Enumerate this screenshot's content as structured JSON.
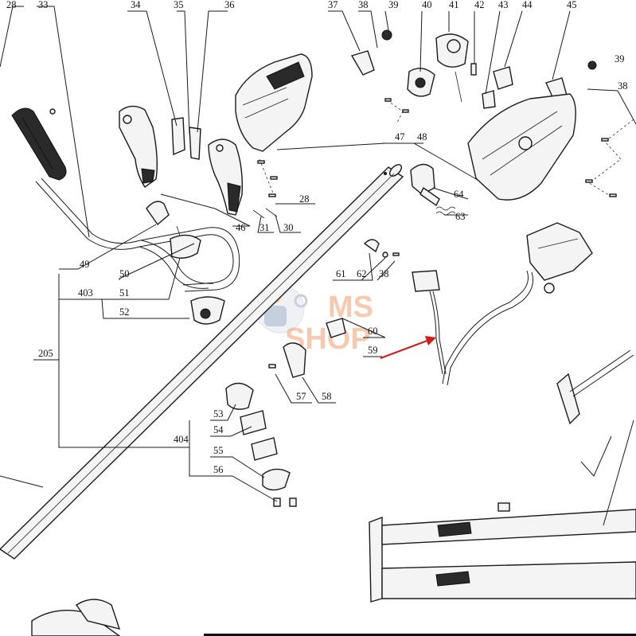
{
  "diagram": {
    "labels": {
      "p28a": "28",
      "p33": "33",
      "p34": "34",
      "p35": "35",
      "p36": "36",
      "p37": "37",
      "p38a": "38",
      "p39a": "39",
      "p40": "40",
      "p41": "41",
      "p42": "42",
      "p43": "43",
      "p44": "44",
      "p45": "45",
      "p39b": "39",
      "p38b": "38",
      "p47": "47",
      "p48": "48",
      "p28b": "28",
      "p64": "64",
      "p63": "63",
      "p46": "46",
      "p31": "31",
      "p30": "30",
      "p49": "49",
      "p50": "50",
      "p403": "403",
      "p51": "51",
      "p52": "52",
      "p205": "205",
      "p61": "61",
      "p62": "62",
      "p38c": "38",
      "p60": "60",
      "p59": "59",
      "p57": "57",
      "p58": "58",
      "p53": "53",
      "p54": "54",
      "p404": "404",
      "p55": "55",
      "p56": "56"
    },
    "watermark": {
      "line1": "MS",
      "line2": "SHOP"
    },
    "highlight_color": "#d21c1c"
  }
}
